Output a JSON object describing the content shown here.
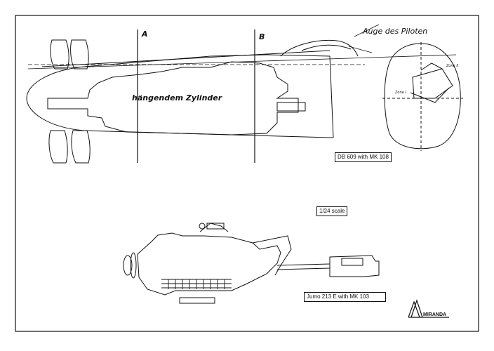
{
  "diagram": {
    "section_a_label": "A",
    "section_b_label": "B",
    "pilot_eye_label": "Auge des Piloten",
    "cylinder_label": "hängendem Zylinder",
    "upper_caption": "DB 609 with MK 108",
    "scale_caption": "1/24 scale",
    "lower_caption": "Jumo 213 E with MK 103",
    "zone_1_label": "Zone I",
    "zone_2_label": "Zone II",
    "logo_text": "MIRANDA"
  },
  "colors": {
    "ink": "#111111",
    "paper": "#ffffff"
  }
}
